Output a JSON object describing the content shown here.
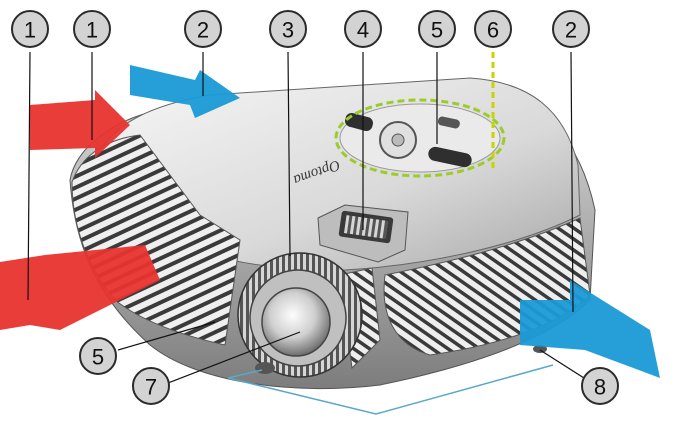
{
  "callouts": [
    {
      "id": "c1a",
      "label": "1"
    },
    {
      "id": "c1b",
      "label": "1"
    },
    {
      "id": "c2a",
      "label": "2"
    },
    {
      "id": "c3",
      "label": "3"
    },
    {
      "id": "c4",
      "label": "4"
    },
    {
      "id": "c5a",
      "label": "5"
    },
    {
      "id": "c6",
      "label": "6"
    },
    {
      "id": "c2b",
      "label": "2"
    },
    {
      "id": "c5b",
      "label": "5"
    },
    {
      "id": "c7",
      "label": "7"
    },
    {
      "id": "c8",
      "label": "8"
    }
  ],
  "logo_text": "Optoma",
  "colors": {
    "exhaust_arrow": "#e8332f",
    "intake_arrow": "#1a9ad6",
    "control_panel_outline": "#9ccc2a",
    "body_light": "#ececec",
    "body_dark": "#8f8f8f",
    "bracket_line": "#5aa9c9"
  }
}
